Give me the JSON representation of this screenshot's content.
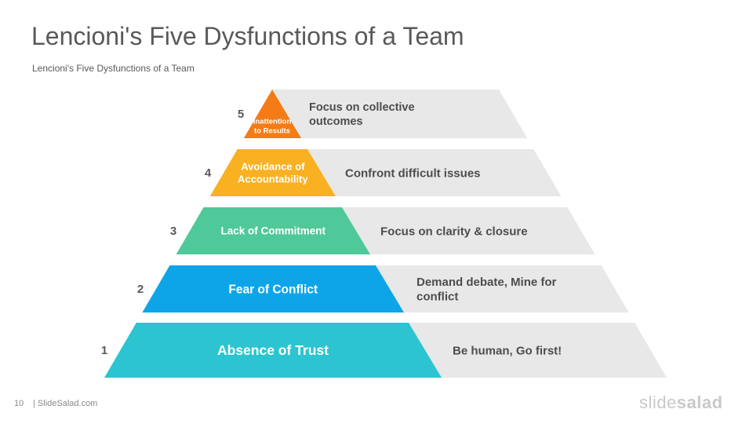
{
  "slide": {
    "title": "Lencioni's Five Dysfunctions of a Team",
    "subtitle": "Lencioni's  Five Dysfunctions  of a Team"
  },
  "pyramid": [
    {
      "number": "5",
      "label_lines": [
        "Inattention",
        "to Results"
      ],
      "action_lines": [
        "Focus on collective",
        "outcomes"
      ],
      "color": "#F47B16"
    },
    {
      "number": "4",
      "label_lines": [
        "Avoidance of",
        "Accountability"
      ],
      "action_lines": [
        "Confront difficult issues"
      ],
      "color": "#F9B122"
    },
    {
      "number": "3",
      "label_lines": [
        "Lack of Commitment"
      ],
      "action_lines": [
        "Focus on clarity & closure"
      ],
      "color": "#4FC89A"
    },
    {
      "number": "2",
      "label_lines": [
        "Fear of Conflict"
      ],
      "action_lines": [
        "Demand debate, Mine for",
        "conflict"
      ],
      "color": "#0EA5E8"
    },
    {
      "number": "1",
      "label_lines": [
        "Absence of Trust"
      ],
      "action_lines": [
        "Be human, Go first!"
      ],
      "color": "#2CC4D1"
    }
  ],
  "colors": {
    "right_band": "#E8E8E8",
    "number": "#595959",
    "action_text": "#4d4d4d"
  },
  "footer": {
    "page_number": "10",
    "brand": "| SlideSalad.com"
  },
  "logo": {
    "part1": "slide",
    "part2": "salad"
  }
}
